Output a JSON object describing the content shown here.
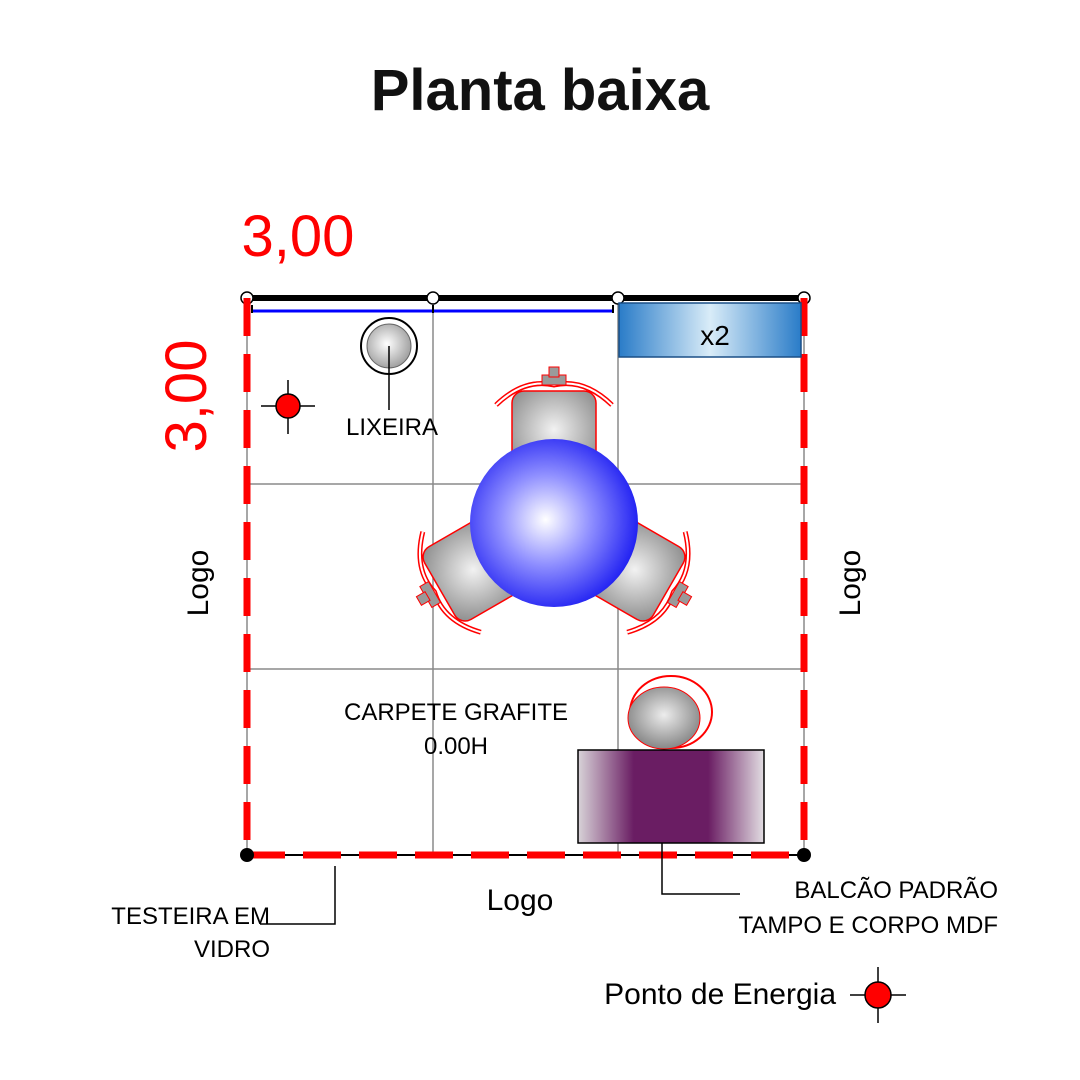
{
  "title": "Planta baixa",
  "dimensions": {
    "width": "3,00",
    "depth": "3,00"
  },
  "labels": {
    "trash": "LIXEIRA",
    "shelf_qty": "x2",
    "floor_line1": "CARPETE GRAFITE",
    "floor_line2": "0.00H",
    "logo_left": "Logo",
    "logo_right": "Logo",
    "logo_bottom": "Logo",
    "header_line1": "TESTEIRA EM",
    "header_line2": "VIDRO",
    "counter_line1": "BALCÃO PADRÃO",
    "counter_line2": "TAMPO E CORPO MDF"
  },
  "legend": {
    "power_point": "Ponto de Energia"
  },
  "colors": {
    "dimension": "#ff0000",
    "glass_header": "#ff0000",
    "wall": "#000000",
    "glass_panel": "#0000ff",
    "table": "#2b2bff",
    "counter": "#6a1d63",
    "shelf": "#3a8fd0",
    "grid": "#888888"
  },
  "icons": {
    "power": "power-point-icon"
  }
}
